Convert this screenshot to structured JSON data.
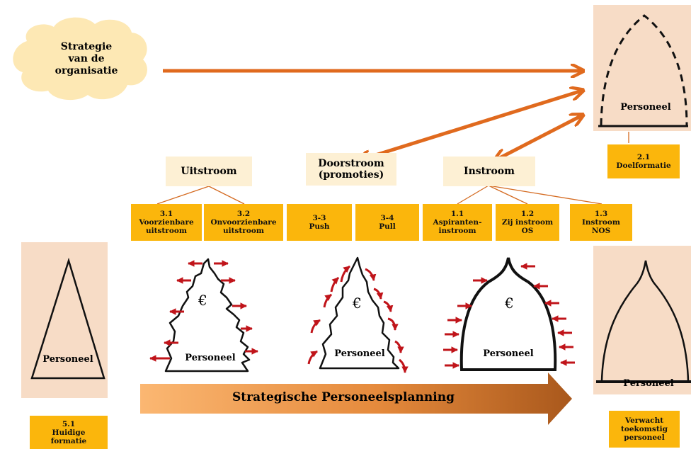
{
  "strategy": {
    "line1": "Strategie",
    "line2": "van de",
    "line3": "organisatie"
  },
  "categories": {
    "uitstroom": "Uitstroom",
    "doorstroom_line1": "Doorstroom",
    "doorstroom_line2": "(promoties)",
    "instroom": "Instroom"
  },
  "boxes": {
    "b31": {
      "num": "3.1",
      "l1": "Voorzienbare",
      "l2": "uitstroom"
    },
    "b32": {
      "num": "3.2",
      "l1": "Onvoorzienbare",
      "l2": "uitstroom"
    },
    "b33": {
      "num": "3-3",
      "l1": "Push"
    },
    "b34": {
      "num": "3-4",
      "l1": "Pull"
    },
    "b11": {
      "num": "1.1",
      "l1": "Aspiranten-",
      "l2": "instroom"
    },
    "b12": {
      "num": "1.2",
      "l1": "Zij instroom",
      "l2": "OS"
    },
    "b13": {
      "num": "1.3",
      "l1": "Instroom",
      "l2": "NOS"
    },
    "b21": {
      "num": "2.1",
      "l1": "Doelformatie"
    },
    "b51": {
      "num": "5.1",
      "l1": "Huidige",
      "l2": "formatie"
    },
    "bverw": {
      "l1": "Verwacht",
      "l2": "toekomstig",
      "l3": "personeel"
    }
  },
  "shapes": {
    "personeel": "Personeel",
    "euro": "€"
  },
  "banner": "Strategische Personeelsplanning",
  "colors": {
    "orange_arrow": "#e06a1e",
    "red_arrow": "#c0141a",
    "panel": "#f7dcc6",
    "yellow_box": "#fbb60c",
    "category": "#fdf0d4",
    "cloud": "#fde8b4"
  }
}
